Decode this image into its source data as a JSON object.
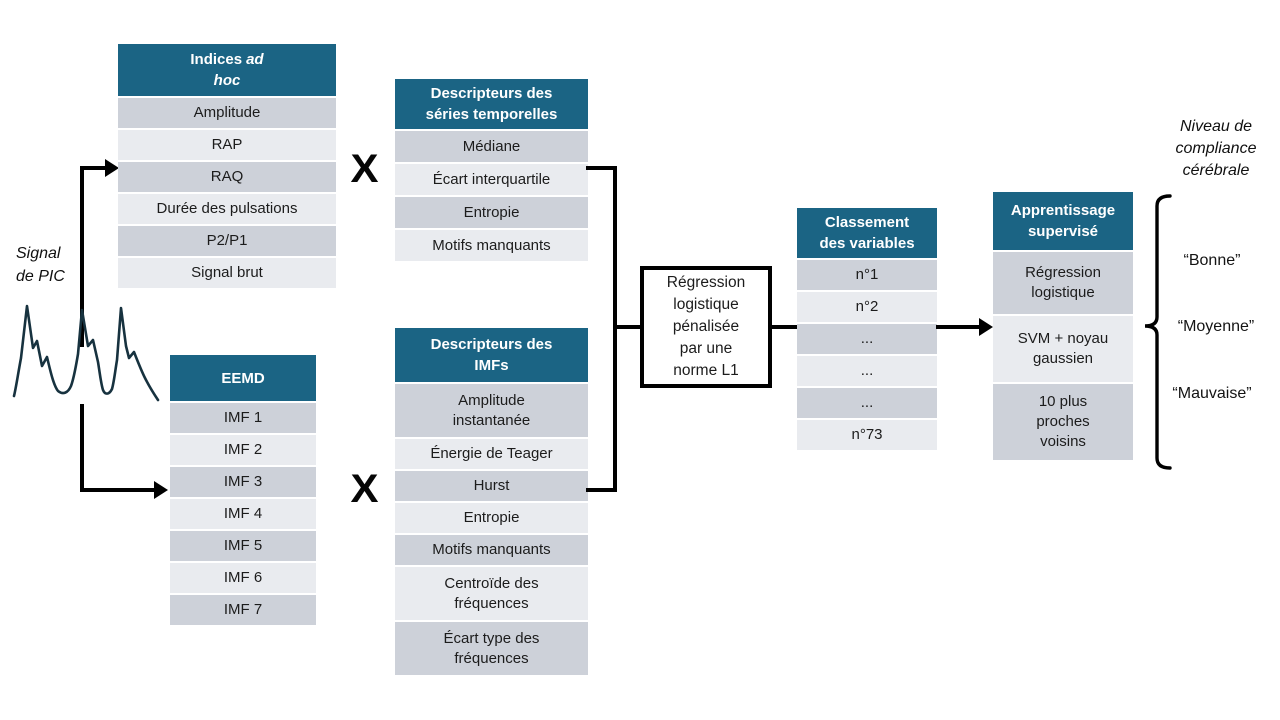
{
  "colors": {
    "header_bg": "#1b6484",
    "row_dark": "#cdd1d9",
    "row_light": "#e9ebef",
    "waveform": "#17323f",
    "connector": "#000000"
  },
  "signal_label": "Signal\nde PIC",
  "multiply_symbol": "X",
  "tables": {
    "indices": {
      "title_regular": "Indices",
      "title_italic": "ad\nhoc",
      "rows": [
        "Amplitude",
        "RAP",
        "RAQ",
        "Durée des pulsations",
        "P2/P1",
        "Signal brut"
      ]
    },
    "eemd": {
      "title": "EEMD",
      "rows": [
        "IMF 1",
        "IMF 2",
        "IMF 3",
        "IMF 4",
        "IMF 5",
        "IMF 6",
        "IMF 7"
      ]
    },
    "series": {
      "title": "Descripteurs des\nséries temporelles",
      "rows": [
        "Médiane",
        "Écart interquartile",
        "Entropie",
        "Motifs manquants"
      ]
    },
    "imfs": {
      "title": "Descripteurs des\nIMFs",
      "rows": [
        "Amplitude\ninstantanée",
        "Énergie de Teager",
        "Hurst",
        "Entropie",
        "Motifs manquants",
        "Centroïde des\nfréquences",
        "Écart type des\nfréquences"
      ]
    },
    "ranking": {
      "title": "Classement\ndes variables",
      "rows": [
        "n°1",
        "n°2",
        "...",
        "...",
        "...",
        "n°73"
      ]
    },
    "learning": {
      "title": "Apprentissage\nsupervisé",
      "rows": [
        "Régression\nlogistique",
        "SVM + noyau\ngaussien",
        "10 plus\nproches\nvoisins"
      ]
    }
  },
  "regression_box_label": "Régression\nlogistique\npénalisée\npar une\nnorme L1",
  "output": {
    "title": "Niveau de\ncompliance\ncérébrale",
    "classes": [
      "“Bonne”",
      "“Moyenne”",
      "“Mauvaise”"
    ]
  }
}
